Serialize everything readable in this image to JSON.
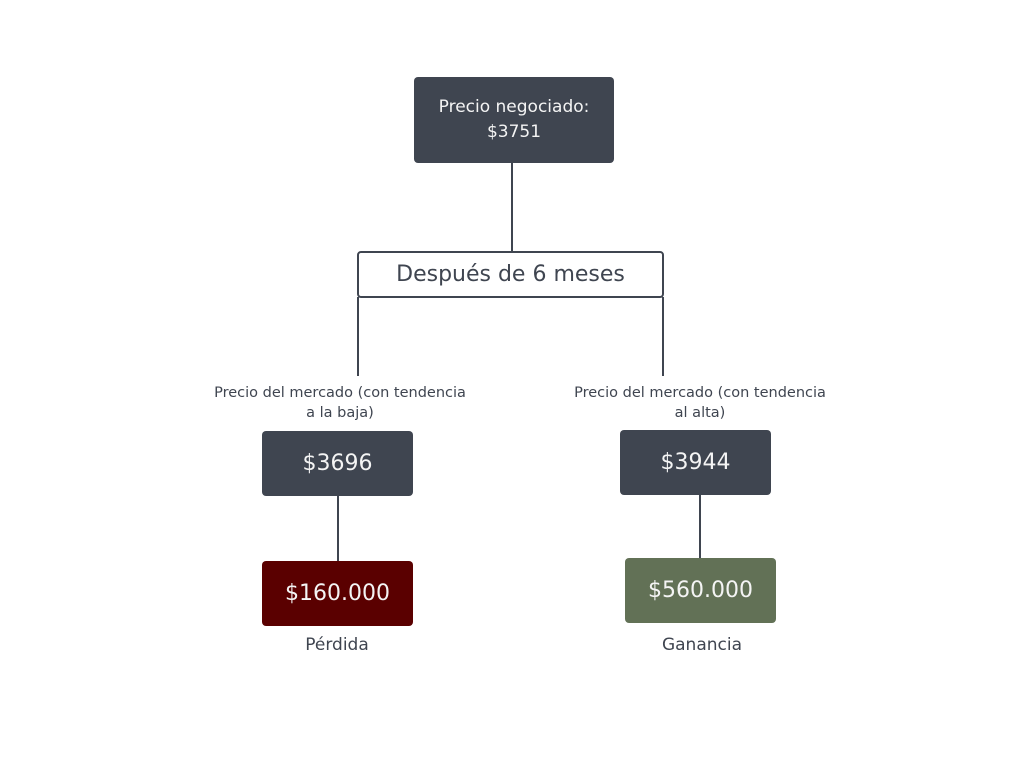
{
  "root": {
    "line1": "Precio negociado:",
    "line2": "$3751"
  },
  "period": {
    "label": "Después de 6 meses"
  },
  "left": {
    "caption": "Precio del mercado (con tendencia a la baja)",
    "price": "$3696",
    "outcome_value": "$160.000",
    "outcome_label": "Pérdida",
    "outcome_color": "#5a0000"
  },
  "right": {
    "caption": "Precio del mercado (con tendencia al alta)",
    "price": "$3944",
    "outcome_value": "$560.000",
    "outcome_label": "Ganancia",
    "outcome_color": "#627156"
  }
}
